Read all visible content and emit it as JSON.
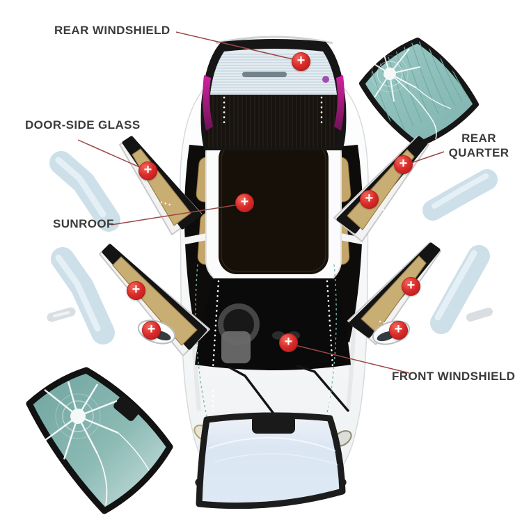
{
  "diagram": {
    "labels": {
      "rear_windshield": "REAR WINDSHIELD",
      "door_side_glass": "DOOR-SIDE GLASS",
      "sunroof": "SUNROOF",
      "rear_quarter": "REAR QUARTER",
      "front_windshield": "FRONT WINDSHIELD"
    },
    "marker": {
      "symbol": "+"
    },
    "colors": {
      "marker_red": "#d92a28",
      "label_text": "#3b3b3b",
      "leader_line": "#9c4646",
      "cracked_glass_teal": "#8cc0bc",
      "door_glass_blue": "#cfe0e9",
      "car_roof_black": "#15100b",
      "interior_tan": "#c3a66a",
      "accent_magenta": "#c92098",
      "projection_dash_teal": "#76b7aa"
    }
  }
}
